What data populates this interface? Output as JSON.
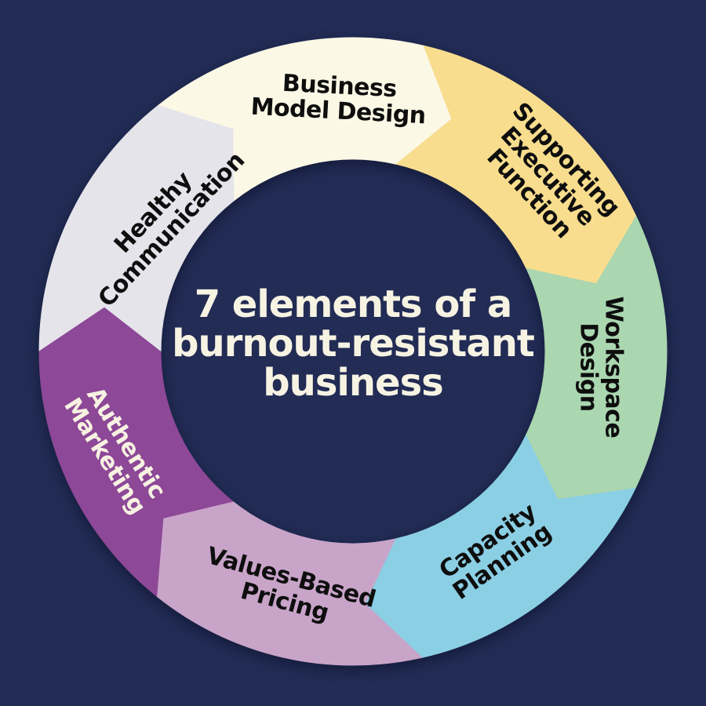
{
  "canvas": {
    "background_color": "#222c55"
  },
  "title": {
    "lines": [
      "7 elements of a",
      "burnout-resistant",
      "business"
    ],
    "color": "#f7f3e3"
  },
  "segments": [
    {
      "label": "Business Model Design",
      "label_lines": [
        "Business",
        "Model Design"
      ],
      "color": "#fbf8e6",
      "text_color": "#0e0e0e"
    },
    {
      "label": "Supporting Executive Function",
      "label_lines": [
        "Supporting",
        "Executive",
        "Function"
      ],
      "color": "#f8dd8e",
      "text_color": "#0e0e0e"
    },
    {
      "label": "Workspace Design",
      "label_lines": [
        "Workspace",
        "Design"
      ],
      "color": "#aad6b0",
      "text_color": "#0e0e0e"
    },
    {
      "label": "Capacity Planning",
      "label_lines": [
        "Capacity",
        "Planning"
      ],
      "color": "#8bcfe4",
      "text_color": "#0e0e0e"
    },
    {
      "label": "Values-Based Pricing",
      "label_lines": [
        "Values-Based",
        "Pricing"
      ],
      "color": "#c8a4c9",
      "text_color": "#0e0e0e"
    },
    {
      "label": "Authentic Marketing",
      "label_lines": [
        "Authentic",
        "Marketing"
      ],
      "color": "#8d4897",
      "text_color": "#f7f2e2"
    },
    {
      "label": "Healthy Communication",
      "label_lines": [
        "Healthy",
        "Communication"
      ],
      "color": "#e4e4ea",
      "text_color": "#0e0e0e"
    }
  ]
}
